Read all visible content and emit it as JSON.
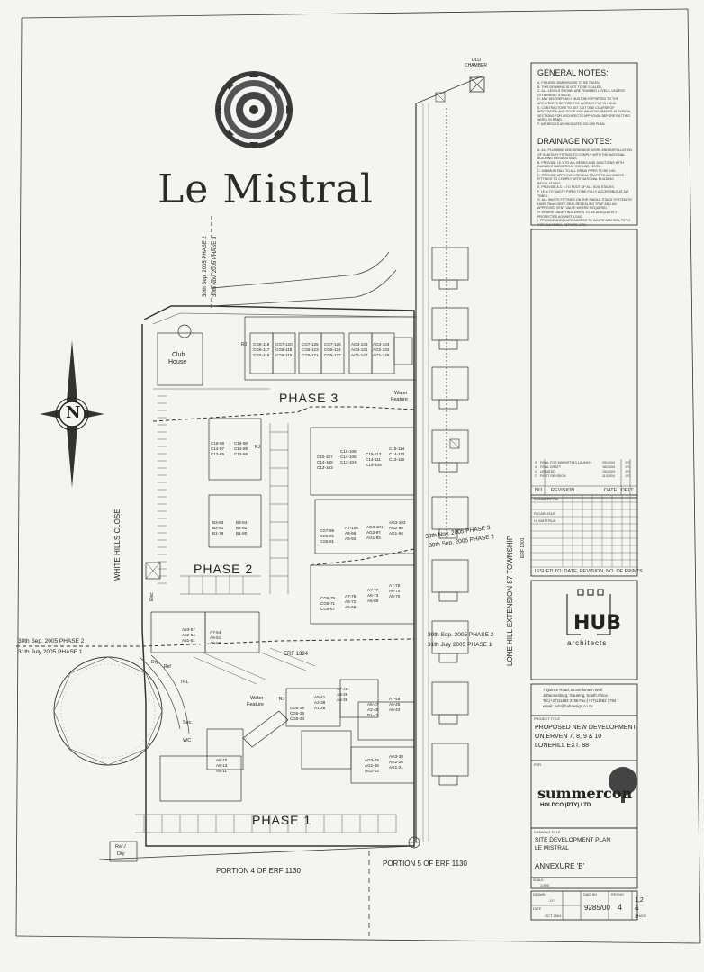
{
  "title": "Le Mistral",
  "compass_letter": "N",
  "phases": {
    "p1": "PHASE 1",
    "p2": "PHASE 2",
    "p3": "PHASE 3"
  },
  "labels": {
    "club_house_1": "Club",
    "club_house_2": "House",
    "water_feature_top_1": "Water",
    "water_feature_top_2": "Feature",
    "water_feature_mid_1": "Water",
    "water_feature_mid_2": "Feature",
    "erf_1324": "ERF 1324",
    "erf_1301": "ERF 1301",
    "white_hills_close": "WHITE HILLS CLOSE",
    "lone_hill": "LONE HILL EXTENSION 87 TOWNSHIP",
    "portion4": "PORTION 4 OF ERF 1130",
    "portion5": "PORTION 5 OF ERF 1130",
    "dlu_chamber_1": "DLU",
    "dlu_chamber_2": "CHAMBER",
    "phase_line_left_1": "30th Sep. 2005 PHASE 2",
    "phase_line_left_2": "31th July 2005 PHASE 1",
    "phase_line_right_1": "30th Sep. 2005 PHASE 2",
    "phase_line_right_2": "31th July 2005 PHASE 1",
    "phase_line_mid_1": "30th Nov. 2005 PHASE 3",
    "phase_line_mid_2": "30th Sep. 2005 PHASE 2",
    "phase_line_top_1": "30th Sep. 2005 PHASE 2",
    "phase_line_top_2": "30th Nov. 2005 PHASE 3",
    "ref_dry_1": "Ref./",
    "ref_dry_2": "Dry",
    "sec": "Sec.",
    "wc": "WC",
    "elec": "Elec",
    "dry": "Dry",
    "ref": "Ref",
    "trl": "TRL",
    "rj": "RJ"
  },
  "units": {
    "p3_a": [
      "CG6-119",
      "CG6-117",
      "CG5-115"
    ],
    "p3_b": [
      "CG7-120",
      "CG6-118",
      "CG6-116"
    ],
    "p3_c": [
      "CG7-125",
      "CG6-123",
      "CG5-121"
    ],
    "p3_d": [
      "CG7-126",
      "CG6-124",
      "CG5-122"
    ],
    "p3_e": [
      "AG3-133",
      "AG3-131",
      "AG1-127"
    ],
    "p3_f": [
      "AG3-134",
      "AG2-132",
      "AG1-128"
    ],
    "p2_c16": [
      "C16-89",
      "C14-87",
      "C13-85"
    ],
    "p2_c16b": [
      "C16-90",
      "C14-88",
      "C13-86"
    ],
    "p2_b3": [
      "B3-83",
      "B2-81",
      "B1-79"
    ],
    "p2_b3b": [
      "B3-84",
      "B2-82",
      "B1-80"
    ],
    "p2_c15": [
      "C15-107",
      "C14-105",
      "C13-103"
    ],
    "p2_c15b": [
      "C15-108",
      "C14-106",
      "C13-104"
    ],
    "p2_c15c": [
      "C15-113",
      "C14-111",
      "C13-109"
    ],
    "p2_c15d": [
      "C15-114",
      "C14-112",
      "C13-110"
    ],
    "p2_cg7": [
      "CG7-99",
      "CG6-95",
      "CG5-91"
    ],
    "p2_a7": [
      "A7-100",
      "A6-96",
      "A5-92"
    ],
    "p2_a2": [
      "AG3-101",
      "AG2-97",
      "AG1-93"
    ],
    "p2_a2b": [
      "AG3-102",
      "AG2-98",
      "AG1-94"
    ],
    "p2_cg6": [
      "CG6-75",
      "CG6-71",
      "CG5-67"
    ],
    "p2_a7b": [
      "A7-76",
      "A6-72",
      "A5-68"
    ],
    "p2_a7c": [
      "A7-77",
      "A6-73",
      "A5-69"
    ],
    "p2_a7d": [
      "A7-78",
      "A6-74",
      "A5-70"
    ],
    "p2_left_a": [
      "A53-57",
      "A52-54",
      "A51-51"
    ],
    "p2_left_b": [
      "A7-64",
      "A6-61",
      "A5-58"
    ],
    "p1_a": [
      "CG6-36",
      "CG6-35",
      "CG5-34"
    ],
    "p1_b": [
      "A5-41",
      "A2-38",
      "A1-35"
    ],
    "p1_c": [
      "A7-42",
      "A6-39",
      "A5-36"
    ],
    "p1_d": [
      "A5-47",
      "A2-45",
      "B1-43"
    ],
    "p1_e": [
      "A7-48",
      "A6-46",
      "A5-44"
    ],
    "p1_f": [
      "A5-15",
      "A6-13",
      "A5-11"
    ],
    "p1_g": [
      "AG3-29",
      "AG2-26",
      "AG1-23"
    ],
    "p1_h": [
      "AG3-30",
      "AG2-28",
      "AG1-21"
    ]
  },
  "general_notes": {
    "heading": "GENERAL NOTES:",
    "lines": [
      "A. FIGURED DIMENSIONS TO BE TAKEN.",
      "B. THIS DRAWING IS NOT TO BE SCALED.",
      "C. ALL LEVELS SHOWN ARE FINISHED LEVELS, UNLESS OTHERWISE STATED.",
      "D. ANY DISCREPANCY MUST BE REPORTED TO THE ARCHITECTS BEFORE THE WORK IS PUT IN HAND.",
      "E. CONTRACTORS TO SET OUT ONE COURSE OF BRICKWORK AND DOOR AND WINDOW FRAMES IN TYPICAL SECTIONS FOR ARCHITECTS APPROVAL BEFORE PUTTING WORK IN HAND.",
      "F. AIR BRICKS AS INDICATED ON 1:50 PLAN."
    ]
  },
  "drainage_notes": {
    "heading": "DRAINAGE NOTES:",
    "lines": [
      "A. ALL PLUMBING AND DRAINAGE WORK AND INSTALLATION OF SANITARY FITTING TO COMPLY WITH THE NATIONAL BUILDING REGULATIONS.",
      "B. PROVIDE I.E.'s TO ALL BENDS AND JUNCTIONS WITH DURABLE MARKERS AT GROUND LEVEL.",
      "C. MINIMUM FALL TO ALL DRAIN PIPES TO BE 1:60.",
      "D. PROVIDE APPROVED RESEAL TRAPS TO ALL WASTE FITTINGS TO COMPLY WITH NATIONAL BUILDING REGULATIONS.",
      "E. PROVIDE A.C.'s TO FOOT OF ALL SOIL STACKS.",
      "F. I.E.'s TO WASTE PIPES TO BE FULLY ACCESSIBLE AT ALL TIMES.",
      "G. ALL WASTE FITTINGS ON THE SINGLE STACK SYSTEM TO HAVE 75mm DEEP-SEAL RESEALING TRAP AND AN APPROVED VENT VALVE WHERE REQUIRED.",
      "H. DRAINS UNDER BUILDINGS TO BE ADEQUATELY PROTECTED AGAINST LOAD.",
      "I. PROVIDE ADEQUATE ACCESS TO WASTE AND SOIL PIPES FOR CLEANING, REPAIRS, ETC."
    ]
  },
  "revisions": {
    "rows": [
      {
        "no": "5",
        "desc": "FINAL FOR MARKETING LAUNCH",
        "date": "29/10/04",
        "delt": "JFC"
      },
      {
        "no": "4",
        "desc": "FINAL DRAFT",
        "date": "18/10/04",
        "delt": "JFC"
      },
      {
        "no": "3",
        "desc": "UPDATED",
        "date": "15/10/04",
        "delt": "JFC"
      },
      {
        "no": "2",
        "desc": "FIRST REVISION",
        "date": "11/10/04",
        "delt": "JFC"
      }
    ],
    "col_no": "NO.",
    "col_rev": "REVISION",
    "col_date": "DATE",
    "col_delt": "DELT"
  },
  "issue_table": {
    "rows": [
      "SUMMERCON",
      "P. CARLISLE",
      "H. WATTRUS"
    ],
    "footer": "ISSUED TO:  DATE, REVISION, NO. OF PRINTS"
  },
  "architect": {
    "logo": "HUB",
    "sub": "architects",
    "address_1": "7 Quince Road, Broomfontein Wolf",
    "address_2": "Johannesburg, Gauteng, South Africa",
    "address_3": "Tel:(+27)11482 3786 Fax:(+27)11482 3784",
    "address_4": "email: hub@hubdesign.co.za"
  },
  "project": {
    "label": "PROJECT TITLE",
    "line1": "PROPOSED NEW DEVELOPMENT",
    "line2": "ON ERVEN 7, 8, 9 & 10",
    "line3": "LONEHILL EXT. 88"
  },
  "client": {
    "label": "FOR",
    "name": "summercon",
    "sub": "HOLDCO (PTY) LTD"
  },
  "drawing": {
    "label": "DRAWING TITLE",
    "line1": "SITE DEVELOPMENT PLAN",
    "line2": "LE MISTRAL",
    "annexure": "ANNEXURE 'B'"
  },
  "footer": {
    "scale_label": "SCALE",
    "scale": "1:500",
    "drawn_label": "DRAWN",
    "drawn": "J.F.",
    "dwg_label": "DWG NO",
    "dwg": "9285/00",
    "rev_label": "REV NO",
    "rev": "4",
    "date_label": "DATE",
    "date": "OCT 2004",
    "phase": "1,2 & 3",
    "phase_label": "PHASE"
  }
}
